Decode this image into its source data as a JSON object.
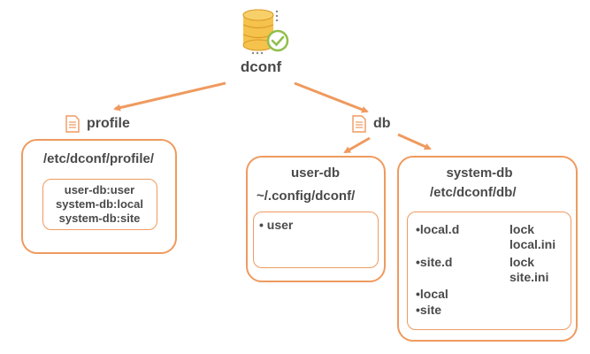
{
  "root": {
    "label": "dconf"
  },
  "profile": {
    "label": "profile",
    "path": "/etc/dconf/profile/",
    "entries": [
      "user-db:user",
      "system-db:local",
      "system-db:site"
    ]
  },
  "db": {
    "label": "db"
  },
  "user_db": {
    "title": "user-db",
    "path": "~/.config/dconf/",
    "items": [
      "• user"
    ]
  },
  "system_db": {
    "title": "system-db",
    "path": "/etc/dconf/db/",
    "dirs": [
      {
        "name": "•local.d",
        "target_lines": [
          "lock",
          "local.ini"
        ]
      },
      {
        "name": "•site.d",
        "target_lines": [
          "lock",
          "site.ini"
        ]
      }
    ],
    "files": [
      "•local",
      "•site"
    ]
  },
  "colors": {
    "accent": "#ef9a5f",
    "text": "#4a4a4a",
    "db_icon": "#f5c24c",
    "check": "#8fbf4a"
  },
  "icons": {
    "root": "database-check-icon",
    "profile": "document-icon",
    "db": "document-icon",
    "arrow": "right-arrow-icon"
  }
}
